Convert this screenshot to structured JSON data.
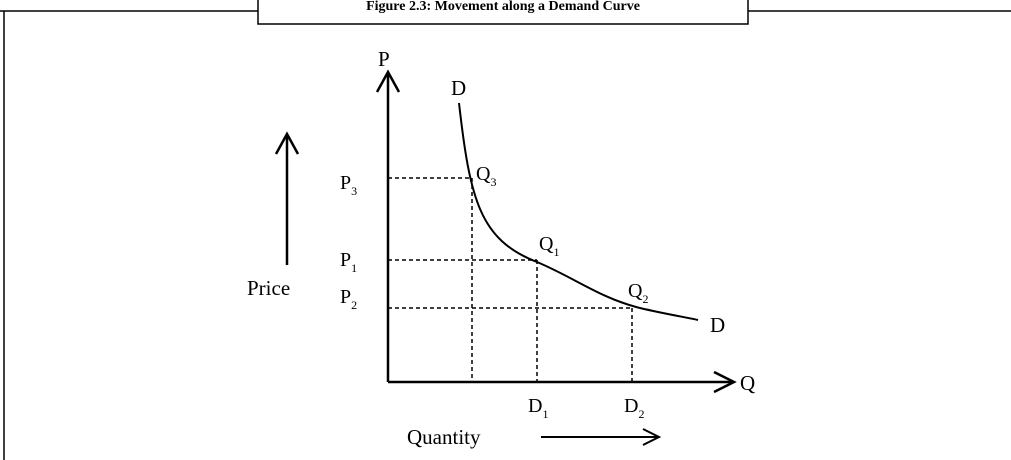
{
  "figure": {
    "title": "Figure 2.3: Movement along a Demand Curve"
  },
  "axes": {
    "y_axis_label": "P",
    "x_axis_label": "Q"
  },
  "curve": {
    "label_top": "D",
    "label_bottom": "D"
  },
  "price_levels": [
    {
      "main": "P",
      "sub": "3"
    },
    {
      "main": "P",
      "sub": "1"
    },
    {
      "main": "P",
      "sub": "2"
    }
  ],
  "points": [
    {
      "main": "Q",
      "sub": "3"
    },
    {
      "main": "Q",
      "sub": "1"
    },
    {
      "main": "Q",
      "sub": "2"
    }
  ],
  "quantity_levels": [
    {
      "main": "D",
      "sub": "1"
    },
    {
      "main": "D",
      "sub": "2"
    }
  ],
  "annotations": {
    "price_label": "Price",
    "quantity_label": "Quantity"
  },
  "colors": {
    "ink": "#000000",
    "background": "#ffffff"
  }
}
